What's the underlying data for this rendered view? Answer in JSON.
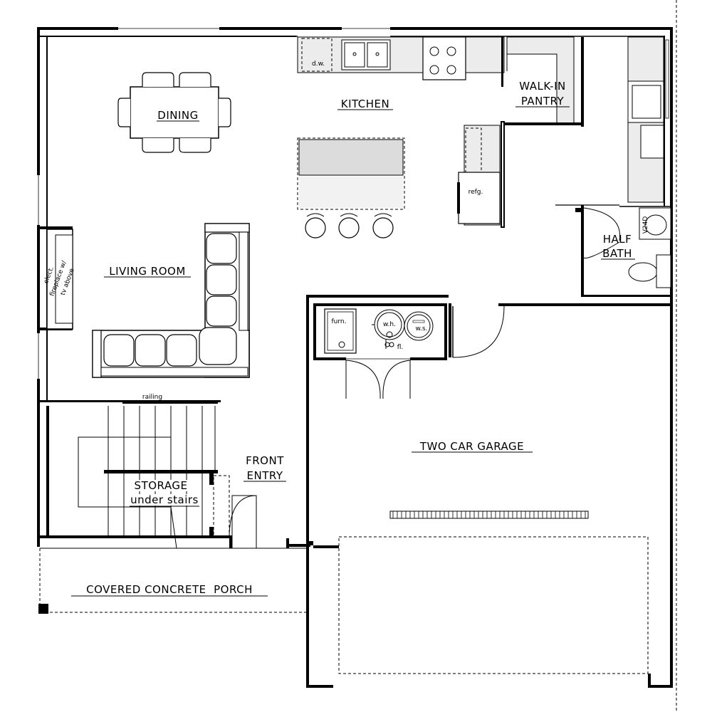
{
  "plan": {
    "rooms": {
      "dining": "DINING",
      "kitchen": "KITCHEN",
      "walk_in_pantry_line1": "WALK-IN",
      "walk_in_pantry_line2": "PANTRY",
      "half_bath_line1": "HALF",
      "half_bath_line2": "BATH",
      "living_room": "LIVING ROOM",
      "two_car_garage": "TWO CAR GARAGE",
      "front_entry_line1": "FRONT",
      "front_entry_line2": "ENTRY",
      "storage_line1": "STORAGE",
      "storage_line2": "under stairs",
      "covered_porch": "COVERED CONCRETE  PORCH"
    },
    "fixtures": {
      "dishwasher": "d.w.",
      "refrigerator": "refg.",
      "furnace": "furn.",
      "water_heater": "w.h.",
      "water_softener": "w.s.",
      "floor_drain": "fl.",
      "vanity": "V24D",
      "railing": "railing",
      "fireplace_line1": "elect.",
      "fireplace_line2": "fireplace w/",
      "fireplace_line3": "tv above"
    }
  }
}
